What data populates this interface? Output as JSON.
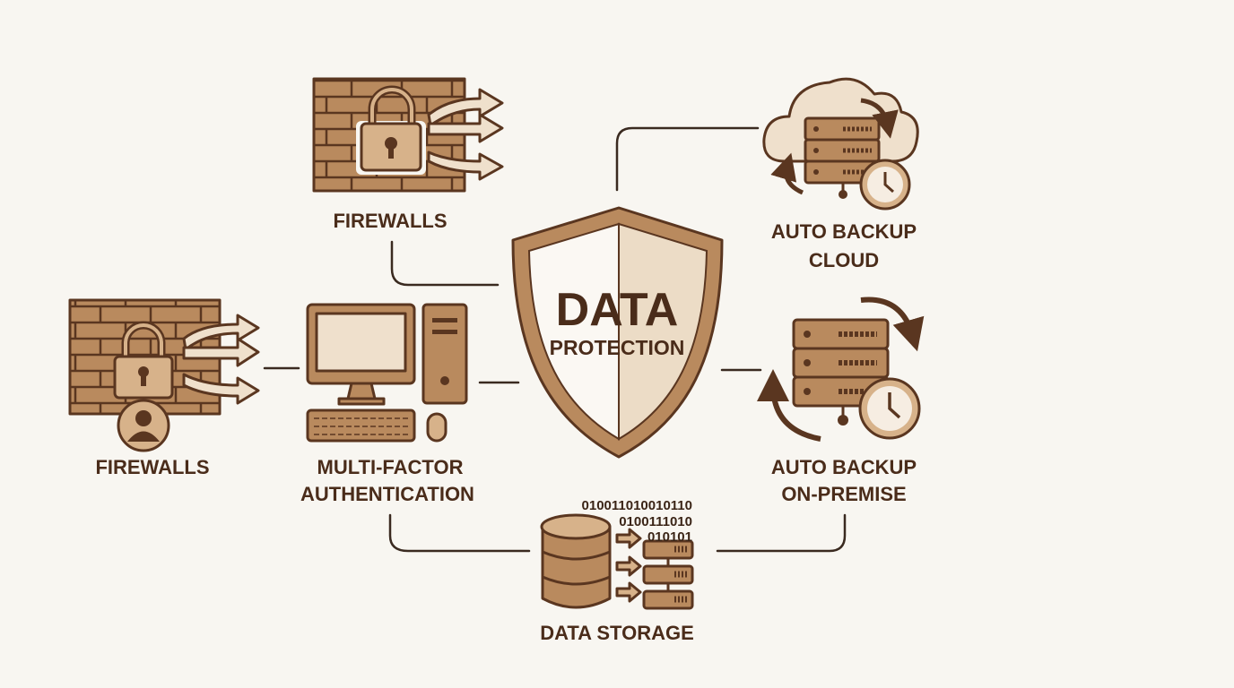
{
  "colors": {
    "background": "#f8f6f1",
    "brown": "#b98a5e",
    "dark": "#4a2c1a",
    "light": "#efe0cc"
  },
  "center": {
    "title": "DATA",
    "subtitle": "PROTECTION"
  },
  "nodes": {
    "firewalls_top": {
      "label": "FIREWALLS",
      "icon": "brick-wall-lock-icon"
    },
    "firewalls_left": {
      "label": "FIREWALLS",
      "icon": "brick-wall-lock-user-icon"
    },
    "mfa": {
      "line1": "MULTI-FACTOR",
      "line2": "AUTHENTICATION",
      "icon": "desktop-computer-icon"
    },
    "backup_cloud": {
      "line1": "AUTO BACKUP",
      "line2": "CLOUD",
      "icon": "cloud-server-clock-icon"
    },
    "backup_onprem": {
      "line1": "AUTO BACKUP",
      "line2": "ON-PREMISE",
      "icon": "server-clock-icon"
    },
    "storage": {
      "label": "DATA STORAGE",
      "icon": "database-icon",
      "binary": [
        "01001101001011O",
        "0100111010",
        "010101"
      ]
    }
  }
}
